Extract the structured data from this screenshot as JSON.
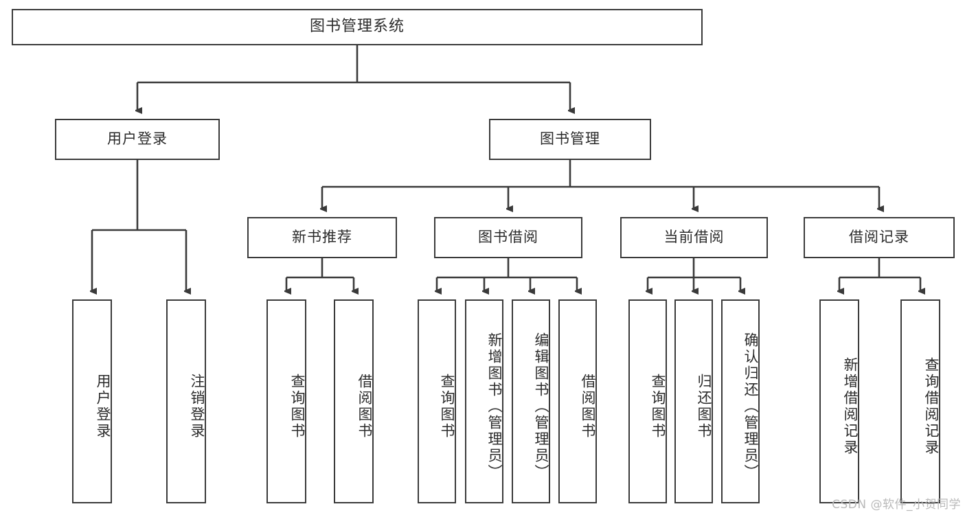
{
  "diagram": {
    "title": "图书管理系统",
    "type": "tree-hierarchy-diagram",
    "root": {
      "label": "图书管理系统"
    },
    "level2": [
      {
        "label": "用户登录"
      },
      {
        "label": "图书管理"
      }
    ],
    "level3": [
      {
        "label": "新书推荐"
      },
      {
        "label": "图书借阅"
      },
      {
        "label": "当前借阅"
      },
      {
        "label": "借阅记录"
      }
    ],
    "leaves": {
      "user_login": [
        {
          "label": "用户登录"
        },
        {
          "label": "注销登录"
        }
      ],
      "new_book_recommend": [
        {
          "label": "查询图书"
        },
        {
          "label": "借阅图书"
        }
      ],
      "book_borrow": [
        {
          "label": "查询图书"
        },
        {
          "label": "新增图书（管理员）"
        },
        {
          "label": "编辑图书（管理员）"
        },
        {
          "label": "借阅图书"
        }
      ],
      "current_borrow": [
        {
          "label": "查询图书"
        },
        {
          "label": "归还图书"
        },
        {
          "label": "确认归还（管理员）"
        }
      ],
      "borrow_record": [
        {
          "label": "新增借阅记录"
        },
        {
          "label": "查询借阅记录"
        }
      ]
    },
    "watermark": "CSDN @软件_小贺同学",
    "colors": {
      "stroke": "#3a3a3a",
      "background": "#ffffff",
      "text": "#2b2b2b",
      "watermark": "#b9b9b9"
    }
  }
}
